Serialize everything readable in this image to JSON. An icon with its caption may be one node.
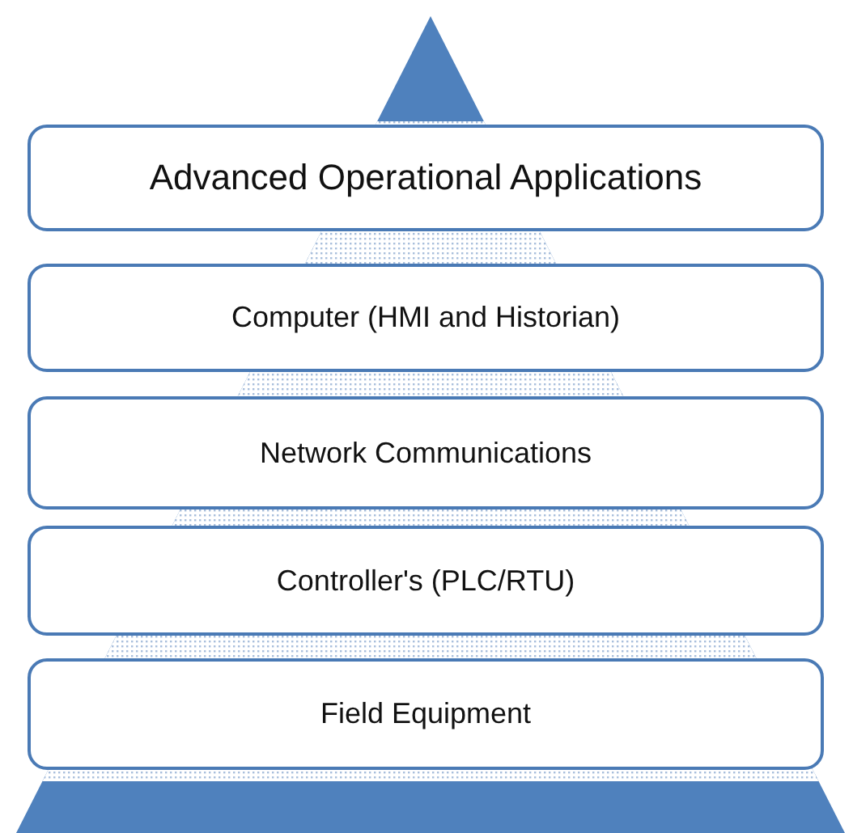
{
  "diagram": {
    "nodes": [
      {
        "text": [
          "Advanced Operational Applications"
        ]
      },
      {
        "text": [
          "Computer (HMI and Historian)"
        ]
      },
      {
        "text": [
          "Network Communications"
        ]
      },
      {
        "text": [
          "Controller's (PLC/RTU)"
        ]
      },
      {
        "text": [
          "Field Equipment"
        ]
      }
    ]
  }
}
